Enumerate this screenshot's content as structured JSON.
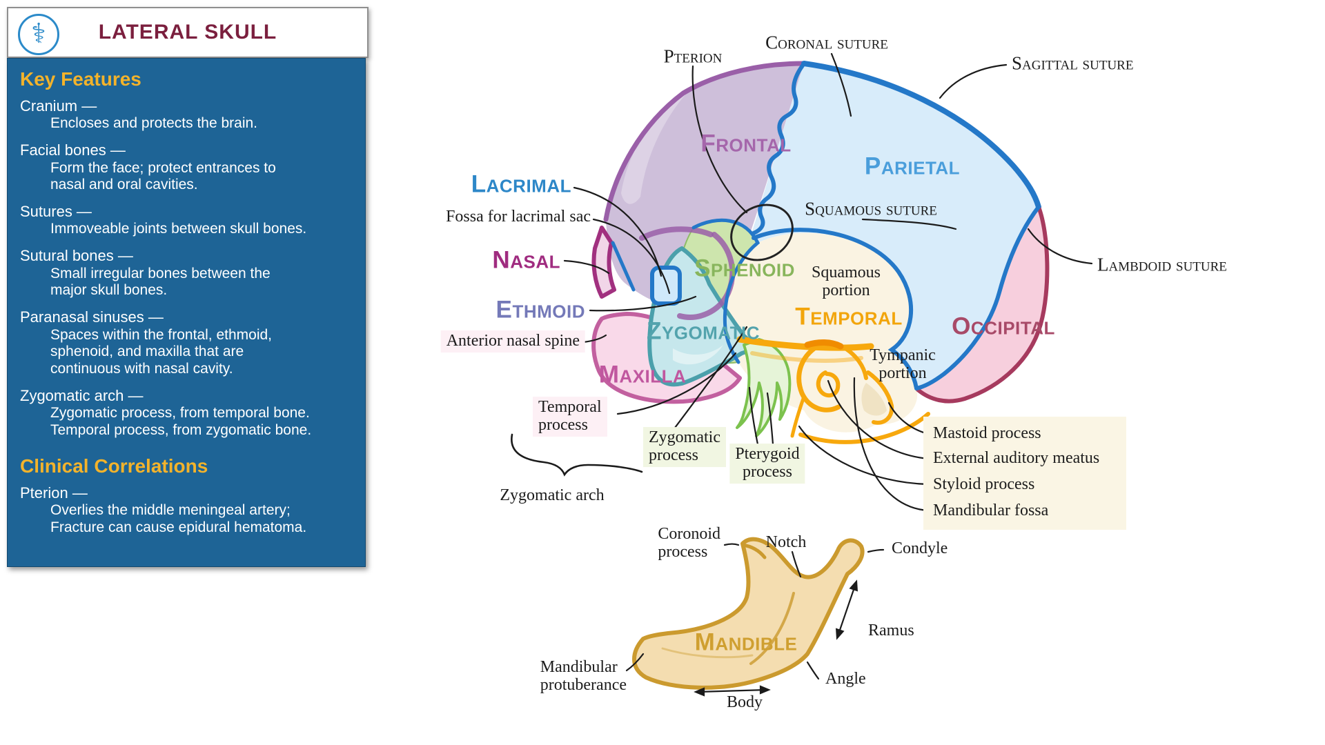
{
  "sidebar": {
    "title": "LATERAL SKULL",
    "logo_icon": "staff-of-asclepius",
    "colors": {
      "panel_bg": "#1e6496",
      "heading": "#f3b32b",
      "title": "#7b1f3e"
    },
    "key_features_heading": "Key Features",
    "features": [
      {
        "term": "Cranium —",
        "desc": [
          "Encloses and protects the brain."
        ]
      },
      {
        "term": "Facial bones —",
        "desc": [
          "Form the face; protect entrances to",
          "nasal and oral cavities."
        ]
      },
      {
        "term": "Sutures —",
        "desc": [
          "Immoveable joints between skull bones."
        ]
      },
      {
        "term": "Sutural bones —",
        "desc": [
          "Small irregular bones between the",
          "major skull bones."
        ]
      },
      {
        "term": "Paranasal sinuses —",
        "desc": [
          "Spaces within the frontal, ethmoid,",
          "sphenoid, and maxilla that are",
          "continuous with nasal cavity."
        ]
      },
      {
        "term": "Zygomatic arch —",
        "desc": [
          "Zygomatic process, from temporal bone.",
          "Temporal process, from zygomatic bone."
        ]
      }
    ],
    "clinical_heading": "Clinical Correlations",
    "clinical": [
      {
        "term": "Pterion —",
        "desc": [
          "Overlies the middle meningeal artery;",
          "Fracture can cause epidural hematoma."
        ]
      }
    ]
  },
  "diagram": {
    "bones": {
      "frontal": "Frontal",
      "parietal": "Parietal",
      "occipital": "Occipital",
      "temporal": "Temporal",
      "sphenoid": "Sphenoid",
      "zygomatic": "Zygomatic",
      "maxilla": "Maxilla",
      "nasal": "Nasal",
      "ethmoid": "Ethmoid",
      "lacrimal": "Lacrimal",
      "mandible": "Mandible"
    },
    "sutures": {
      "pterion": "Pterion",
      "coronal": "Coronal suture",
      "sagittal": "Sagittal suture",
      "squamous": "Squamous suture",
      "lambdoid": "Lambdoid suture"
    },
    "features": {
      "fossa_for_lacrimal_sac": "Fossa for lacrimal sac",
      "anterior_nasal_spine": "Anterior nasal spine",
      "squamous_portion": [
        "Squamous",
        "portion"
      ],
      "tympanic_portion": [
        "Tympanic",
        "portion"
      ],
      "temporal_process": [
        "Temporal",
        "process"
      ],
      "zygomatic_process": [
        "Zygomatic",
        "process"
      ],
      "pterygoid_process": [
        "Pterygoid",
        "process"
      ],
      "zygomatic_arch": "Zygomatic arch",
      "mastoid_process": "Mastoid process",
      "external_auditory_meatus": "External auditory meatus",
      "styloid_process": "Styloid process",
      "mandibular_fossa": "Mandibular fossa"
    },
    "mandible_parts": {
      "coronoid_process": [
        "Coronoid",
        "process"
      ],
      "notch": "Notch",
      "condyle": "Condyle",
      "ramus": "Ramus",
      "angle": "Angle",
      "body": "Body",
      "mandibular_protuberance": [
        "Mandibular",
        "protuberance"
      ]
    },
    "colors": {
      "frontal_fill": "#cebfda",
      "parietal_fill": "#d8ecfa",
      "occipital_fill": "#f7cfdd",
      "temporal_fill": "#faf3e2",
      "sphenoid_fill": "#cde5ad",
      "zygomatic_fill": "#c6e7ec",
      "maxilla_fill": "#f9d9e9",
      "mandible_fill": "#f4ddb0",
      "suture_blue": "#2478c8",
      "arch_orange": "#f7a80d",
      "mandible_gold": "#cb9a2e"
    }
  }
}
